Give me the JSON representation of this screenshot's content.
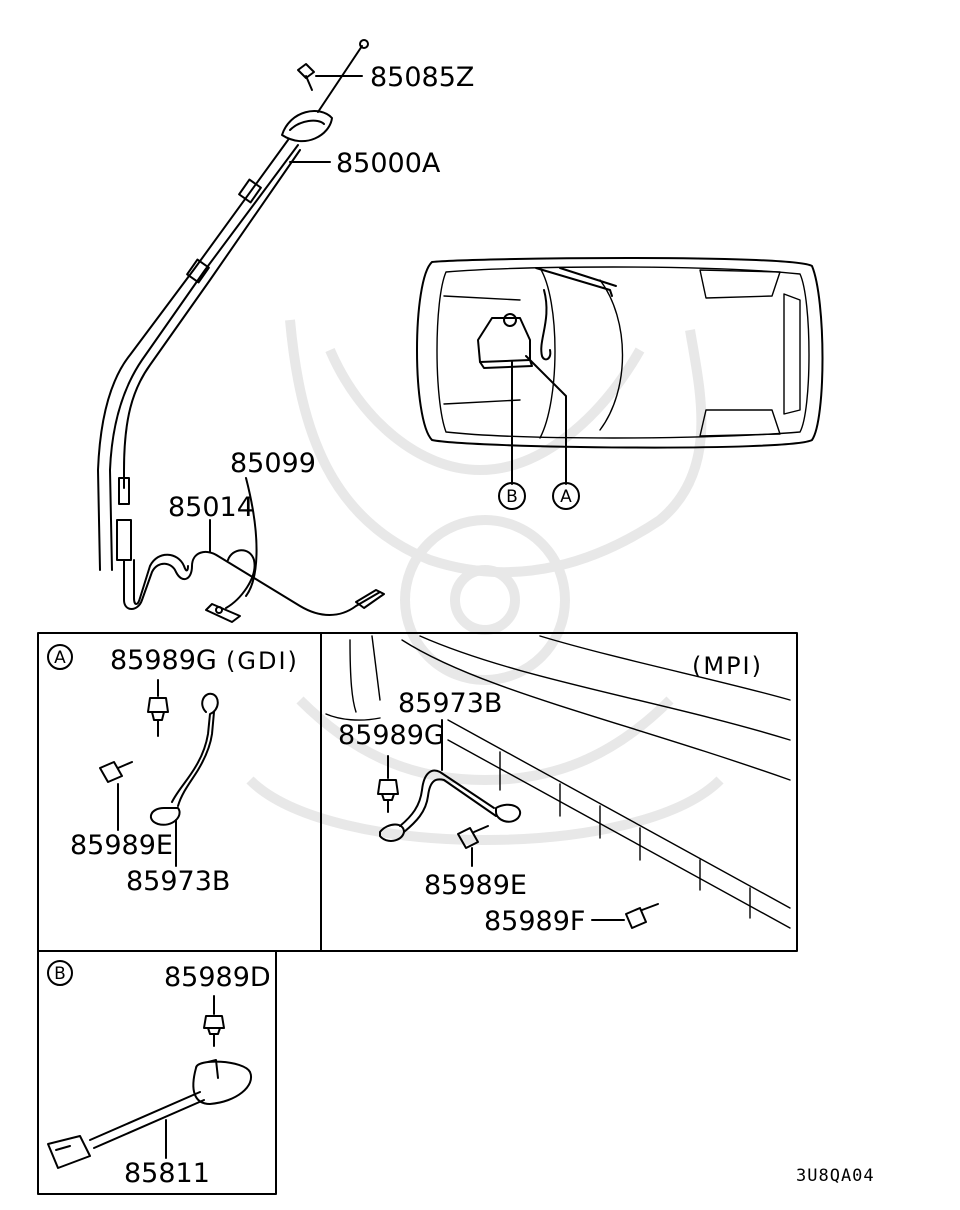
{
  "parts": {
    "p85085Z": "85085Z",
    "p85000A": "85000A",
    "p85099": "85099",
    "p85014": "85014",
    "a_85989G": "85989G",
    "a_gdi": "(GDI)",
    "a_85989E": "85989E",
    "a_85973B": "85973B",
    "mpi_85973B": "85973B",
    "mpi_85989G": "85989G",
    "mpi_label": "(MPI)",
    "mpi_85989E": "85989E",
    "mpi_85989F": "85989F",
    "b_85989D": "85989D",
    "b_85811": "85811"
  },
  "callouts": {
    "a": "A",
    "b": "B"
  },
  "diagram_code": "3U8QA04",
  "colors": {
    "line": "#000000",
    "watermark": "#e6e6e6"
  }
}
